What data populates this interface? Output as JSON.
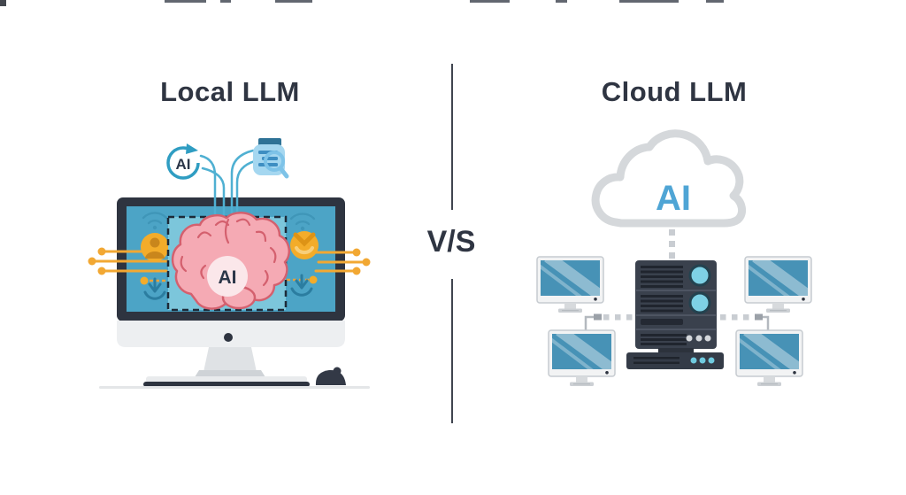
{
  "header": {
    "left_title": "Local LLM",
    "right_title": "Cloud LLM",
    "vs_label": "V/S"
  },
  "left_panel": {
    "ai_badge_label": "AI",
    "brain_ai_label": "AI"
  },
  "right_panel": {
    "cloud_ai_label": "AI"
  },
  "icons": {
    "left": [
      "ai-refresh-badge-icon",
      "document-scan-icon",
      "wifi-icon",
      "user-avatar-icon",
      "badge-user-icon",
      "download-icon",
      "circuit-trace-icon",
      "brain-icon",
      "imac-monitor-icon",
      "mouse-icon"
    ],
    "right": [
      "cloud-icon",
      "server-rack-icon",
      "desktop-monitor-icon",
      "dotted-connector-icon"
    ]
  },
  "colors": {
    "title_text": "#2f3542",
    "screen_teal": "#4ca4c6",
    "inner_panel_teal": "#7cc6db",
    "frame_dark": "#2e3440",
    "accent_orange": "#f2a833",
    "brain_pink": "#f5aab4",
    "brain_outline": "#d4606e",
    "cloud_gray": "#d5d8db",
    "cloud_ai_blue": "#4fa5d5",
    "server_dark": "#3a414d",
    "server_circle_teal": "#7ed1e5",
    "monitor_screen_blue": "#4792b6",
    "connector_gray": "#c9cdd2",
    "line_teal": "#4fb0d2"
  }
}
